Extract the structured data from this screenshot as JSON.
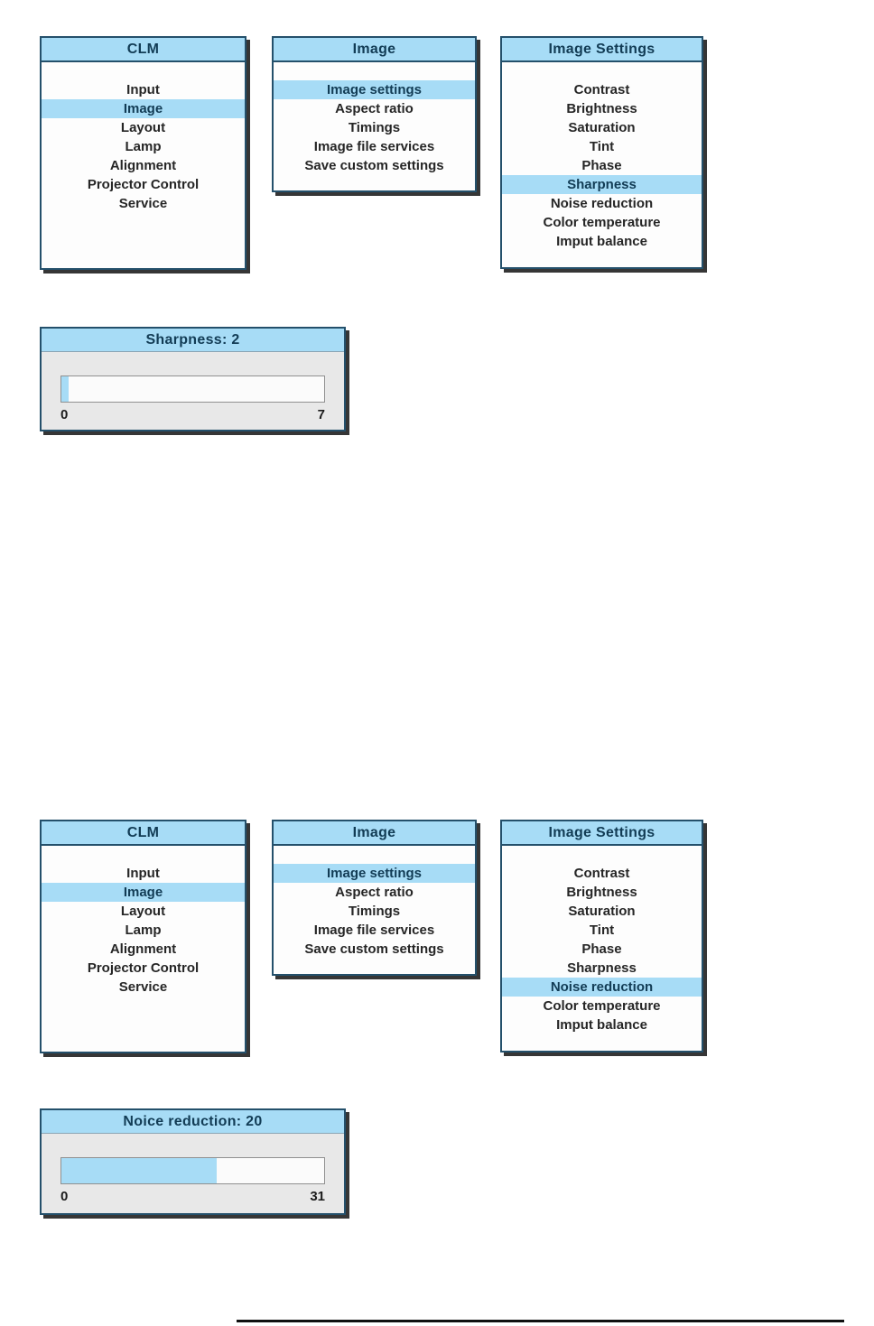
{
  "page": {
    "background": "#ffffff"
  },
  "colors": {
    "highlight_blue": "#a7dcf6",
    "border_blue": "#24506b",
    "title_text": "#123c55",
    "item_text": "#262626",
    "slider_body_gray": "#e8e8e8",
    "track_border_gray": "#909090",
    "footer_rule_black": "#101010"
  },
  "groups": [
    {
      "name": "sharpness-sequence",
      "menus": [
        {
          "title": "CLM",
          "items": [
            {
              "label": "Input",
              "selected": false
            },
            {
              "label": "Image",
              "selected": true
            },
            {
              "label": "Layout",
              "selected": false
            },
            {
              "label": "Lamp",
              "selected": false
            },
            {
              "label": "Alignment",
              "selected": false
            },
            {
              "label": "Projector Control",
              "selected": false
            },
            {
              "label": "Service",
              "selected": false
            }
          ]
        },
        {
          "title": "Image",
          "items": [
            {
              "label": "Image settings",
              "selected": true
            },
            {
              "label": "Aspect ratio",
              "selected": false
            },
            {
              "label": "Timings",
              "selected": false
            },
            {
              "label": "Image file services",
              "selected": false
            },
            {
              "label": "Save custom settings",
              "selected": false
            }
          ]
        },
        {
          "title": "Image Settings",
          "items": [
            {
              "label": "Contrast",
              "selected": false
            },
            {
              "label": "Brightness",
              "selected": false
            },
            {
              "label": "Saturation",
              "selected": false
            },
            {
              "label": "Tint",
              "selected": false
            },
            {
              "label": "Phase",
              "selected": false
            },
            {
              "label": "Sharpness",
              "selected": true
            },
            {
              "label": "Noise reduction",
              "selected": false
            },
            {
              "label": "Color temperature",
              "selected": false
            },
            {
              "label": "Imput balance",
              "selected": false
            }
          ]
        }
      ],
      "slider": {
        "title": "Sharpness: 2",
        "min_label": "0",
        "max_label": "7",
        "fill_percent": 2.7
      }
    },
    {
      "name": "noise-reduction-sequence",
      "menus": [
        {
          "title": "CLM",
          "items": [
            {
              "label": "Input",
              "selected": false
            },
            {
              "label": "Image",
              "selected": true
            },
            {
              "label": "Layout",
              "selected": false
            },
            {
              "label": "Lamp",
              "selected": false
            },
            {
              "label": "Alignment",
              "selected": false
            },
            {
              "label": "Projector Control",
              "selected": false
            },
            {
              "label": "Service",
              "selected": false
            }
          ]
        },
        {
          "title": "Image",
          "items": [
            {
              "label": "Image settings",
              "selected": true
            },
            {
              "label": "Aspect ratio",
              "selected": false
            },
            {
              "label": "Timings",
              "selected": false
            },
            {
              "label": "Image file services",
              "selected": false
            },
            {
              "label": "Save custom settings",
              "selected": false
            }
          ]
        },
        {
          "title": "Image Settings",
          "items": [
            {
              "label": "Contrast",
              "selected": false
            },
            {
              "label": "Brightness",
              "selected": false
            },
            {
              "label": "Saturation",
              "selected": false
            },
            {
              "label": "Tint",
              "selected": false
            },
            {
              "label": "Phase",
              "selected": false
            },
            {
              "label": "Sharpness",
              "selected": false
            },
            {
              "label": "Noise reduction",
              "selected": true
            },
            {
              "label": "Color temperature",
              "selected": false
            },
            {
              "label": "Imput balance",
              "selected": false
            }
          ]
        }
      ],
      "slider": {
        "title": "Noice reduction: 20",
        "min_label": "0",
        "max_label": "31",
        "fill_percent": 59
      }
    }
  ]
}
